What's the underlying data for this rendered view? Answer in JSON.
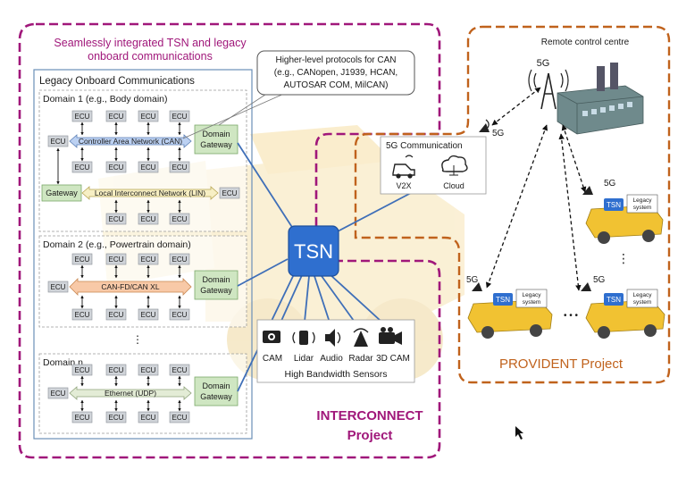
{
  "interconnect": {
    "title_line1": "Seamlessly integrated TSN and legacy",
    "title_line2": "onboard communications",
    "project_line1": "INTERCONNECT",
    "project_line2": "Project"
  },
  "legacy": {
    "title": "Legacy Onboard Communications",
    "protocols_note": {
      "line1": "Higher-level protocols for CAN",
      "line2": "(e.g., CANopen, J1939, HCAN,",
      "line3": "AUTOSAR COM, MilCAN)"
    },
    "ecu_label": "ECU",
    "gateway_label": "Gateway",
    "domain_gateway_line1": "Domain",
    "domain_gateway_line2": "Gateway",
    "domain1": {
      "title": "Domain 1  (e.g., Body domain)",
      "bus": "Controller Area Network (CAN)",
      "lin_bus": "Local Interconnect Network (LIN)"
    },
    "domain2": {
      "title": "Domain 2 (e.g., Powertrain domain)",
      "bus": "CAN-FD/CAN XL"
    },
    "ellipsis": "⋮",
    "domainn": {
      "title": "Domain n",
      "bus": "Ethernet (UDP)"
    }
  },
  "tsn": {
    "label": "TSN"
  },
  "sensors": {
    "title": "High Bandwidth Sensors",
    "items": [
      "CAM",
      "Lidar",
      "Audio",
      "Radar",
      "3D CAM"
    ]
  },
  "communication_5g": {
    "title": "5G Communication",
    "items": [
      "V2X",
      "Cloud"
    ]
  },
  "provident": {
    "remote_centre": "Remote control centre",
    "label_5g": "5G",
    "vehicle_tsn": "TSN",
    "legacy_line1": "Legacy",
    "legacy_line2": "system",
    "ellipsis_h": "• • •",
    "ellipsis_v": "⋮",
    "project": "PROVIDENT Project"
  },
  "colors": {
    "interconnect_border": "#a0177a",
    "provident_border": "#c0621c",
    "tsn_blue": "#2f6fcf",
    "gateway_green": "#cfe6c2",
    "ecu_grey": "#cfd3d8",
    "can_blue": "#bcd1f2",
    "lin_yellow": "#f7efc4",
    "canfd_orange": "#f8c9a7",
    "eth_green": "#e3ecd6",
    "link_blue": "#3f6fb8",
    "truck_yellow": "#f1c232"
  }
}
